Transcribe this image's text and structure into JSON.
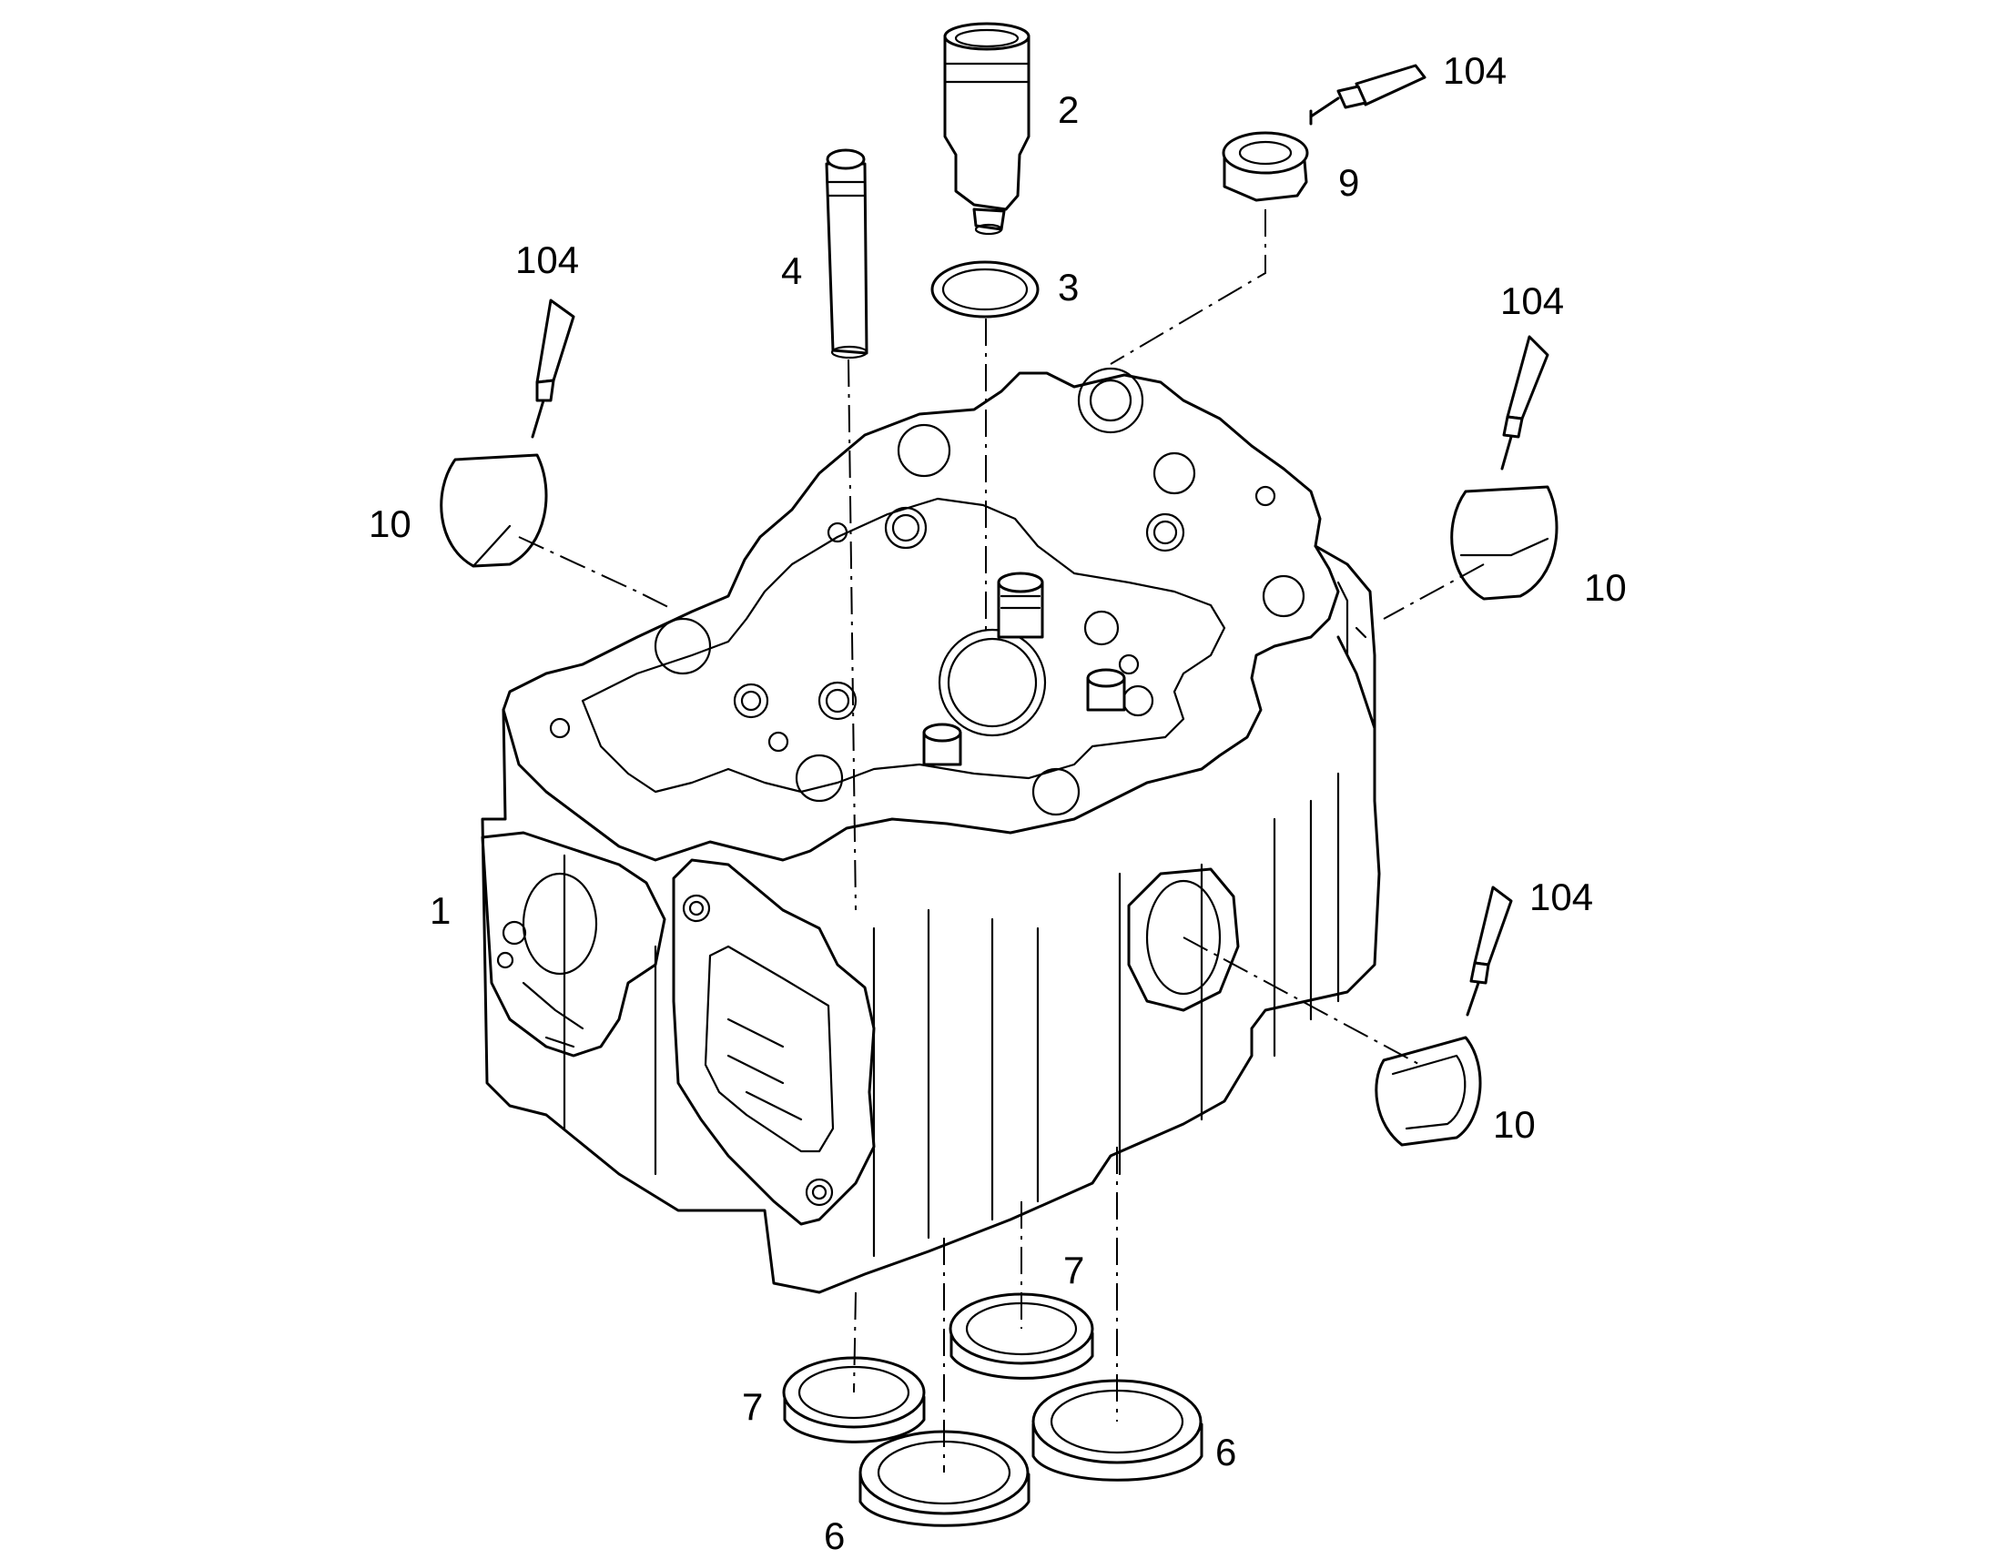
{
  "diagram": {
    "callouts": {
      "c1": "1",
      "c2": "2",
      "c3": "3",
      "c4": "4",
      "c6a": "6",
      "c6b": "6",
      "c7a": "7",
      "c7b": "7",
      "c9": "9",
      "c10a": "10",
      "c10b": "10",
      "c10c": "10",
      "c104a": "104",
      "c104b": "104",
      "c104c": "104",
      "c104d": "104"
    },
    "colors": {
      "line": "#000000",
      "background": "#ffffff"
    }
  }
}
